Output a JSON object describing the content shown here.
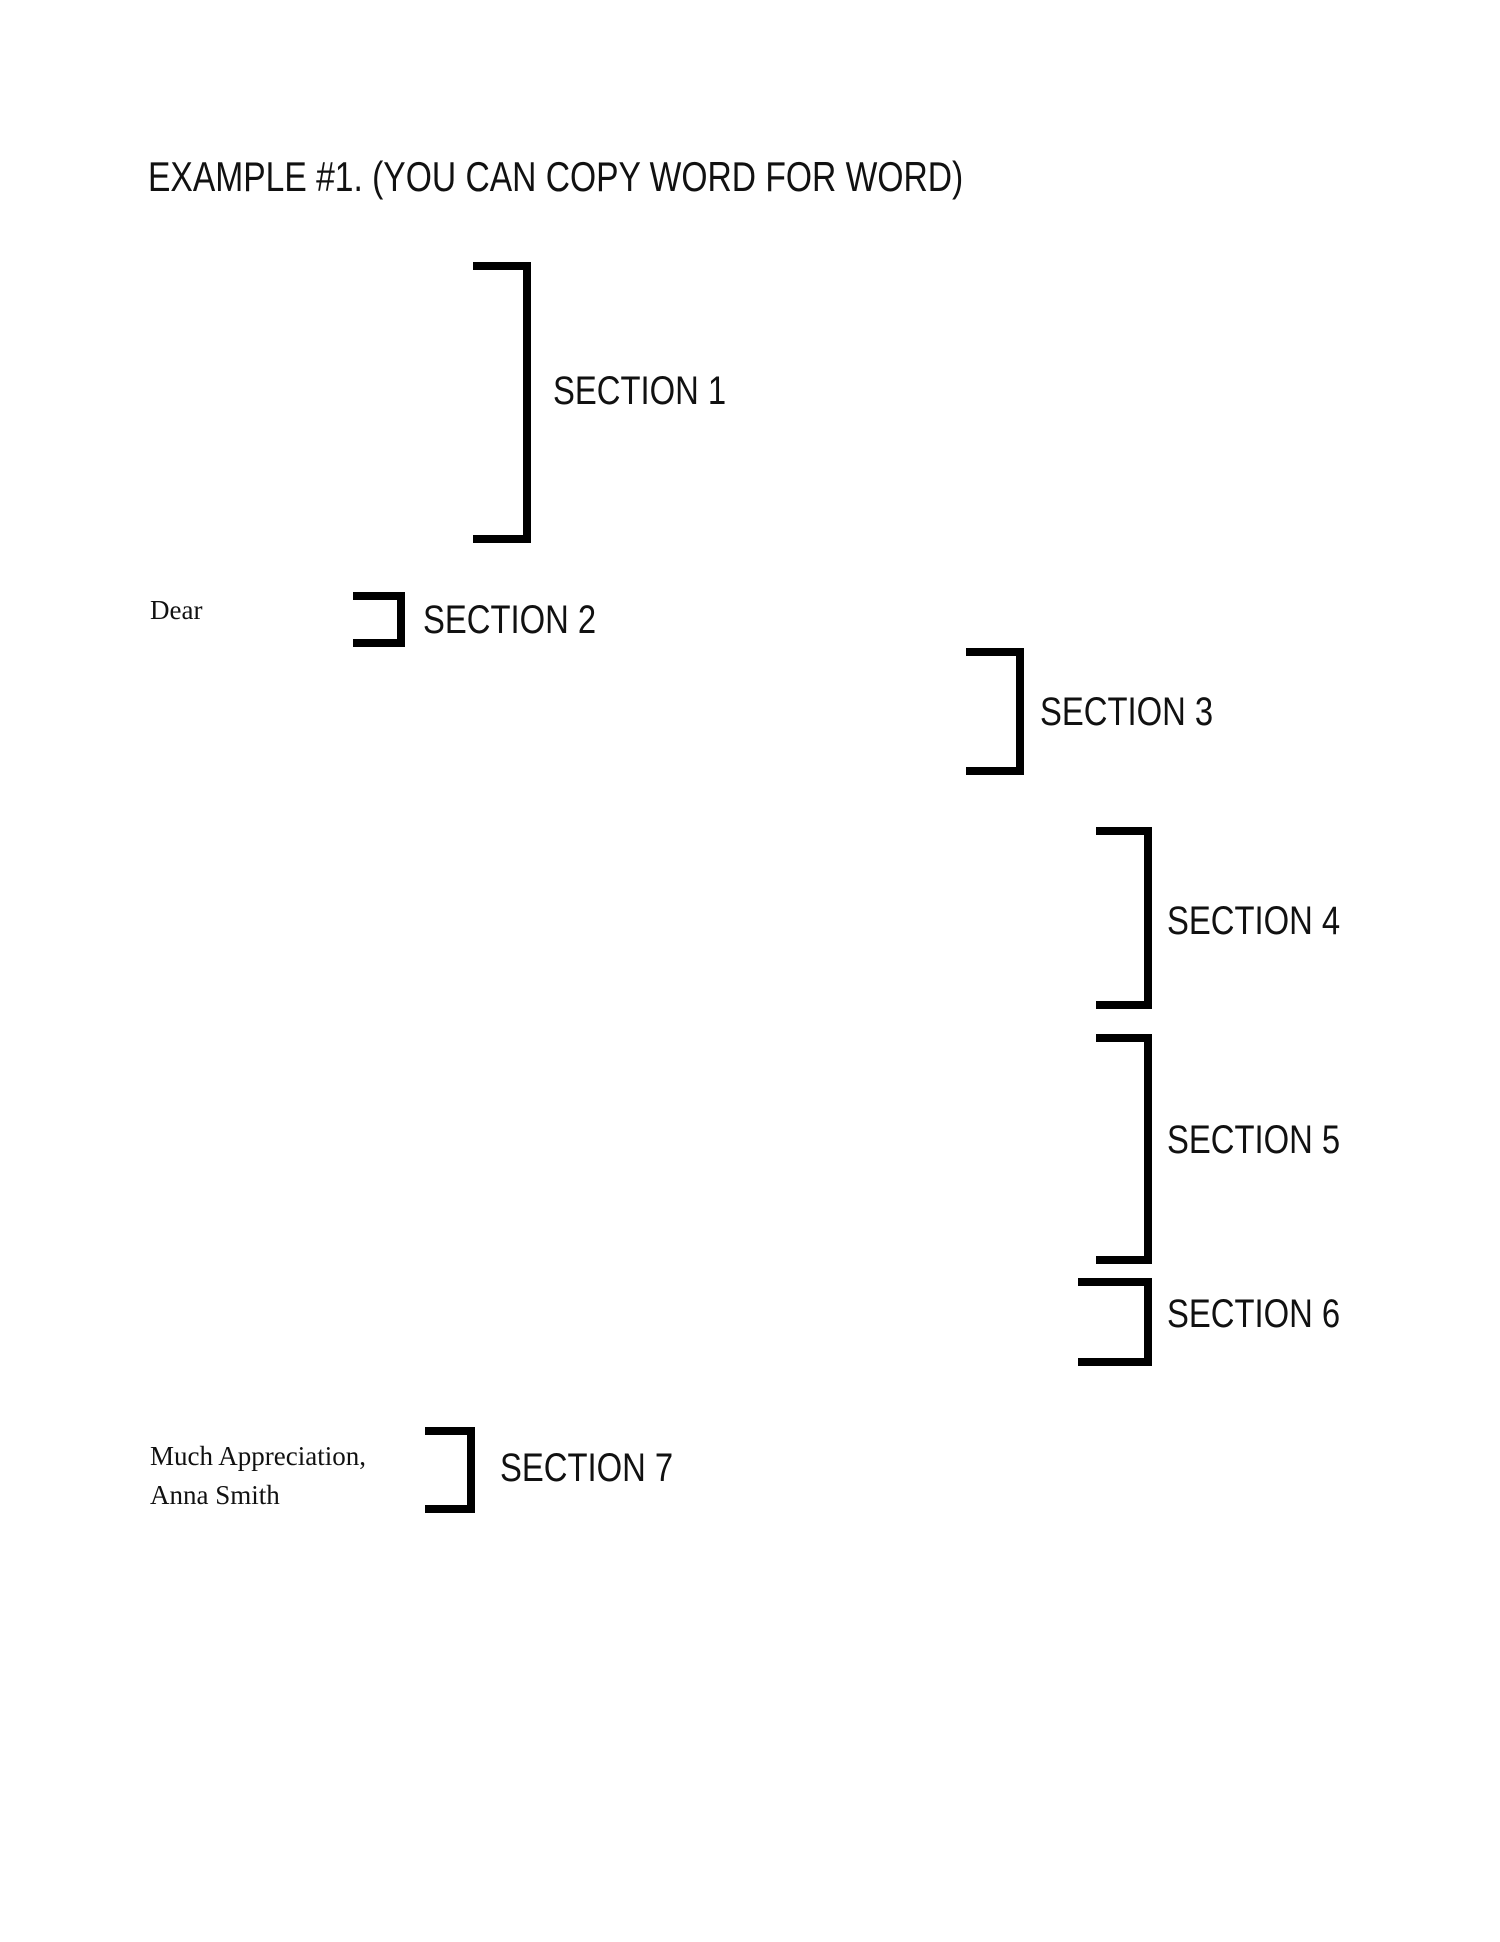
{
  "document": {
    "title": "EXAMPLE #1. (YOU CAN COPY WORD FOR WORD)"
  },
  "letter": {
    "greeting": "Dear",
    "closing": "Much Appreciation,",
    "signer": "Anna Smith"
  },
  "sections": [
    {
      "label": "SECTION 1"
    },
    {
      "label": "SECTION 2"
    },
    {
      "label": "SECTION 3"
    },
    {
      "label": "SECTION 4"
    },
    {
      "label": "SECTION 5"
    },
    {
      "label": "SECTION 6"
    },
    {
      "label": "SECTION 7"
    }
  ],
  "colors": {
    "bracket": "#000000",
    "text": "#111111",
    "background": "#ffffff"
  }
}
